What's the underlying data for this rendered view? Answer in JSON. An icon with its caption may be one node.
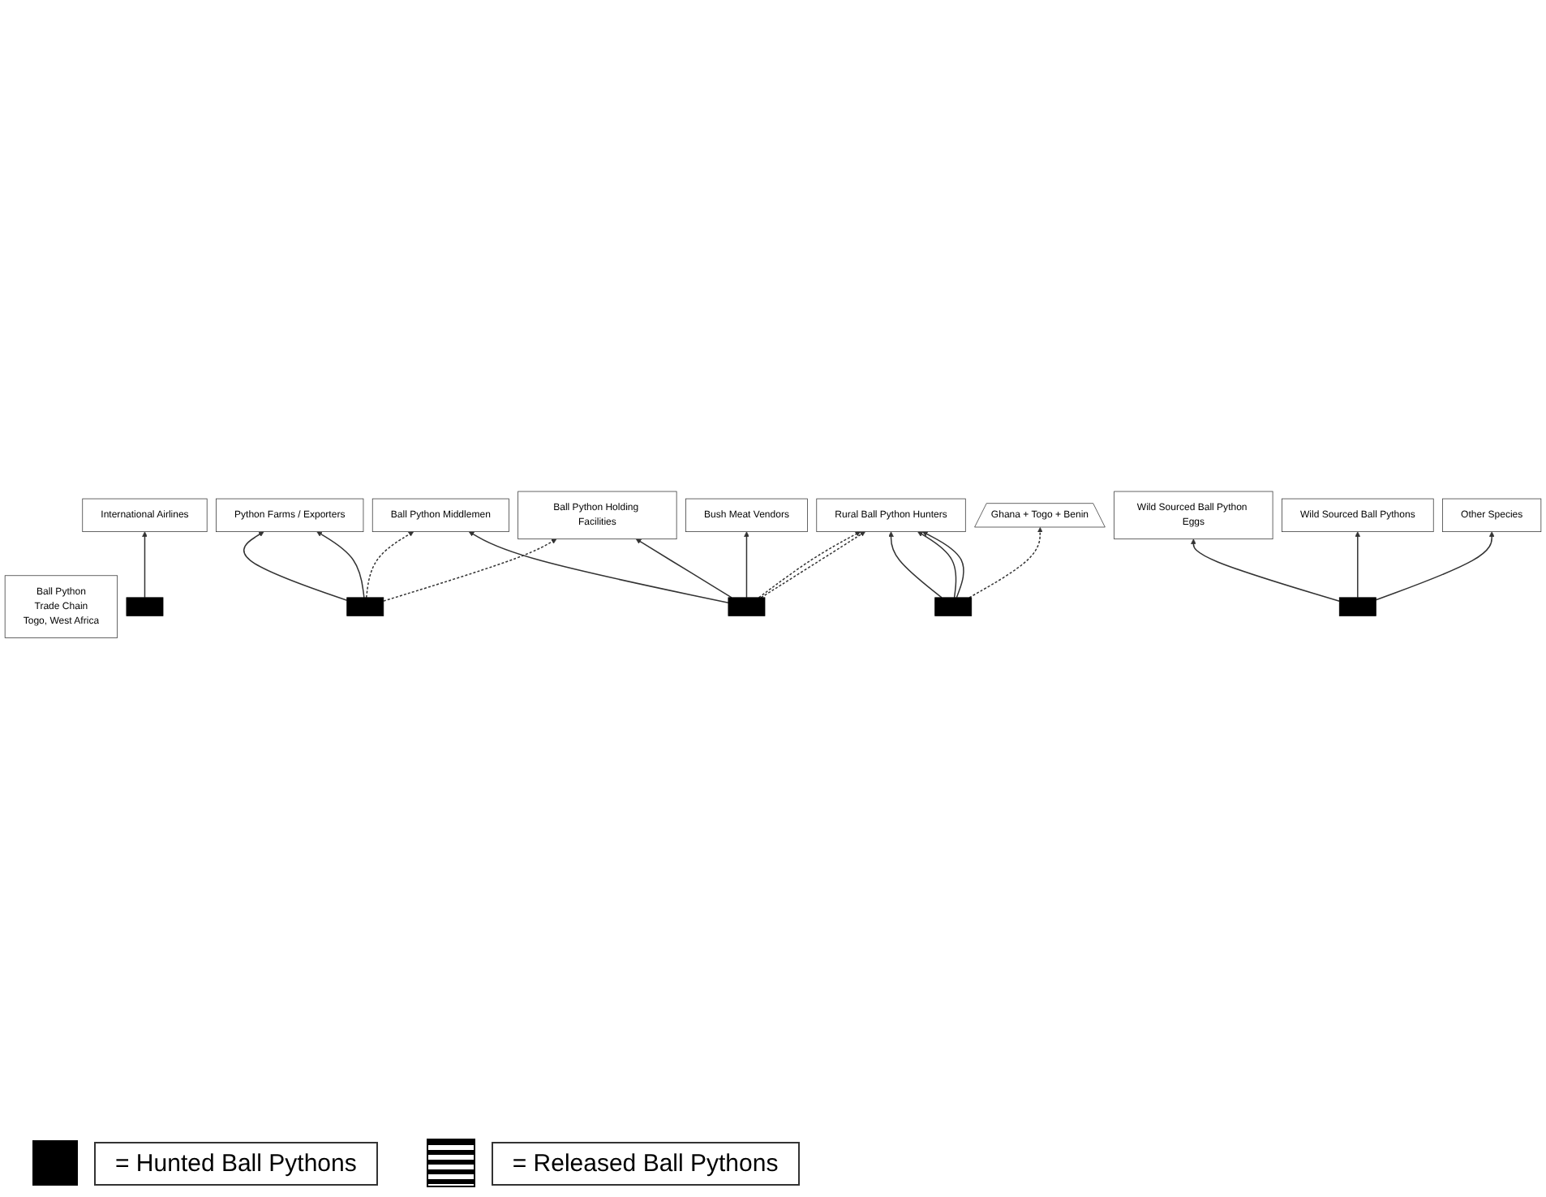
{
  "diagram": {
    "nodes": [
      {
        "text": [
          "Ball Python",
          "Trade Chain",
          "Togo, West Africa"
        ]
      },
      {
        "text": [
          "International Airlines"
        ]
      },
      {
        "text": [],
        "shape": "bar"
      },
      {
        "text": [
          "Python Farms / Exporters"
        ]
      },
      {
        "text": [],
        "shape": "bar"
      },
      {
        "text": [
          "Bush Meat Vendors"
        ]
      },
      {
        "text": [
          "Ball Python Middlemen"
        ]
      },
      {
        "text": [
          "Ball Python Holding Facilities"
        ]
      },
      {
        "text": [],
        "shape": "bar"
      },
      {
        "text": [
          "Rural Ball Python Hunters"
        ]
      },
      {
        "text": [],
        "shape": "bar"
      },
      {
        "text": [
          "Wild Sourced Ball Python Eggs"
        ]
      },
      {
        "text": [
          "Wild Sourced Ball Pythons"
        ]
      },
      {
        "text": [
          "Other Species"
        ]
      },
      {
        "text": [],
        "shape": "bar"
      },
      {
        "text": [
          "Ghana  +  Togo + Benin"
        ]
      }
    ],
    "edges": [
      {
        "from": 2,
        "to": 1,
        "arrow": "to"
      },
      {
        "from": 4,
        "to": 3,
        "arrow": "to"
      },
      {
        "from": 4,
        "to": 3,
        "arrow": "to"
      },
      {
        "from": 4,
        "to": 6,
        "arrow": "to",
        "style": "dashed"
      },
      {
        "from": 4,
        "to": 7,
        "arrow": "to",
        "style": "dashed"
      },
      {
        "from": 8,
        "to": 5,
        "arrow": "to"
      },
      {
        "from": 8,
        "to": 6,
        "arrow": "to"
      },
      {
        "from": 8,
        "to": 7,
        "arrow": "to"
      },
      {
        "from": 8,
        "to": 9,
        "arrow": "to",
        "style": "dashed"
      },
      {
        "from": 8,
        "to": 9,
        "arrow": "to",
        "style": "dashed"
      },
      {
        "from": 10,
        "to": 9,
        "arrow": "to"
      },
      {
        "from": 10,
        "to": 9,
        "arrow": "to"
      },
      {
        "from": 10,
        "to": 9,
        "arrow": "to"
      },
      {
        "from": 10,
        "to": 15,
        "arrow": "to",
        "style": "dashed"
      },
      {
        "from": 14,
        "to": 11,
        "arrow": "to"
      },
      {
        "from": 14,
        "to": 12,
        "arrow": "to"
      },
      {
        "from": 14,
        "to": 13,
        "arrow": "to"
      }
    ],
    "legend": [
      {
        "text": "= Hunted Ball Pythons",
        "color": "#000000"
      },
      {
        "text": "= Released Ball Pythons"
      }
    ]
  }
}
